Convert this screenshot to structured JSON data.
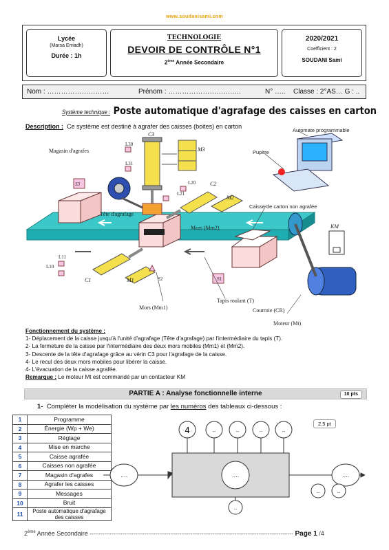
{
  "site": "www.soudanisami.com",
  "header": {
    "school": "Lycée",
    "city": "(Marsa Erriadh)",
    "duration": "Durée : 1h",
    "subject": "TECHNOLOGIE",
    "exam_title": "DEVOIR DE CONTRÔLE N°1",
    "class_num": "2",
    "class_sup": "ème",
    "class_rest": " Année Secondaire",
    "year": "2020/2021",
    "coef": "Coefficient : 2",
    "teacher": "SOUDANI Sami"
  },
  "identity": {
    "nom": "Nom : ………………………",
    "prenom": "Prénom : ……………………….….",
    "num": "N° …..",
    "classe": "Classe : 2°AS… G : .."
  },
  "system": {
    "label": "Système technique :",
    "title": "Poste automatique d'agrafage des caisses en carton"
  },
  "description": {
    "label": "Description :",
    "text": "Ce système est destiné à agrafer des caisses (boites) en carton"
  },
  "diagram_labels": {
    "magasin": "Magasin d'agrafes",
    "c3": "C3",
    "m3": "M3",
    "l30": "L30",
    "l31": "L31",
    "s3": "S3",
    "l20": "L20",
    "c2": "C2",
    "l21": "L21",
    "m2": "M2",
    "tete": "Tête d'agrafage",
    "mors2": "Mors (Mm2)",
    "automate": "Automate programmable",
    "pupitre": "Pupitre",
    "caisse_non": "Caisse de carton non agrafée",
    "km": "KM",
    "l11": "L11",
    "l10": "L10",
    "c1": "C1",
    "m1": "M1",
    "s2": "S2",
    "s1": "S1",
    "mors1": "Mors (Mm1)",
    "tapis": "Tapis roulant (T)",
    "courroie": "Courroie (CR)",
    "moteur": "Moteur (Mt)"
  },
  "fonctionnement": {
    "title": "Fonctionnement du système :",
    "steps": [
      "1- Déplacement de la caisse jusqu'à l'unité d'agrafage (Tête d'agrafage) par l'intermédiaire du tapis (T).",
      "2- La fermeture de la caisse par l'intermédiaire des deux mors mobiles (Mm1) et (Mm2).",
      "3- Descente de la tête d'agrafage grâce au vérin C3 pour l'agrafage de la caisse.",
      "4- Le recul des deux mors mobiles pour libérer la caisse.",
      "4- L'évacuation de la caisse agrafée."
    ],
    "remark_label": "Remarque :",
    "remark": " Le moteur Mt est commandé par un contacteur KM"
  },
  "partA": {
    "title": "PARTIE A : Analyse fonctionnelle interne",
    "points": "10 pts",
    "q1_num": "1-",
    "q1_text_a": "Compléter la modélisation du système par ",
    "q1_text_u": "les numéros",
    "q1_text_b": " des tableaux ci-dessous :",
    "q1_points": "2.5 pt"
  },
  "legend": [
    {
      "n": "1",
      "label": "Programme"
    },
    {
      "n": "2",
      "label": "Énergie (Wp + We)"
    },
    {
      "n": "3",
      "label": "Réglage"
    },
    {
      "n": "4",
      "label": "Mise en marche"
    },
    {
      "n": "5",
      "label": "Caisse agrafée"
    },
    {
      "n": "6",
      "label": "Caisses non agrafée"
    },
    {
      "n": "7",
      "label": "Magasin d'agrafes"
    },
    {
      "n": "8",
      "label": "Agrafer les caisses"
    },
    {
      "n": "9",
      "label": "Messages"
    },
    {
      "n": "10",
      "label": "Bruit"
    },
    {
      "n": "11",
      "label": "Poste automatique d'agrafage des caisses"
    }
  ],
  "model": {
    "top": [
      "4",
      "..",
      "..",
      "..",
      ".."
    ],
    "left": "….",
    "center": "….",
    "right": "….",
    "bottom": "..",
    "small1": "..",
    "small2": ".."
  },
  "footer": {
    "class_num": "2",
    "class_sup": "ème",
    "class_rest": " Année Secondaire ",
    "dashes": "---------------------------------------------------------------------------------------------------------------",
    "page_label": "Page 1",
    "page_total": " /4"
  }
}
